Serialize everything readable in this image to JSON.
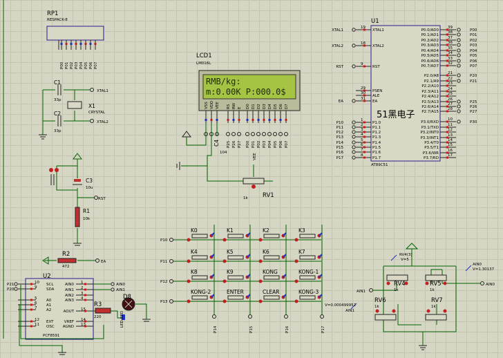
{
  "rp1": {
    "ref": "RP1",
    "part": "RESPACK-8",
    "pins": [
      "P00",
      "P01",
      "P02",
      "P03",
      "P04",
      "P05",
      "P06",
      "P07"
    ]
  },
  "caps": {
    "c1": "C1",
    "c1v": "33p",
    "c2": "C2",
    "c2v": "33p",
    "x1": "X1",
    "x1v": "CRYSTAL",
    "c3": "C3",
    "c3v": "10u",
    "c4": "C4",
    "c4v": "104"
  },
  "nets": {
    "xtal1": "XTAL1",
    "xtal2": "XTAL2",
    "rst": "RST",
    "ea": "EA",
    "ain0": "AIN0",
    "ain1": "AIN1",
    "ain0_b": "AIN0",
    "ain1_b": "AIN1",
    "ain0_pot": "AIN0",
    "ain1_pot": "AIN1"
  },
  "lcd": {
    "ref": "LCD1",
    "part": "LM016L",
    "line1": "RMB/kg:",
    "line2": "m:0.00K  P:000.0$",
    "pins": [
      "VSS",
      "VDD",
      "VEE",
      "RS",
      "RW",
      "E",
      "D0",
      "D1",
      "D2",
      "D3",
      "D4",
      "D5",
      "D6",
      "D7"
    ],
    "ctrl": [
      "P25",
      "P26",
      "P27"
    ],
    "data": [
      "P00",
      "P01",
      "P02",
      "P03",
      "P04",
      "P05",
      "P06",
      "P07"
    ]
  },
  "rv1": {
    "ref": "RV1",
    "val": "1k",
    "vee": "VEE"
  },
  "r1": {
    "ref": "R1",
    "val": "10k"
  },
  "r2": {
    "ref": "R2",
    "val": "472"
  },
  "r3": {
    "ref": "R3",
    "val": "220"
  },
  "d8": {
    "ref": "D8",
    "label": "LED-RED"
  },
  "u1": {
    "ref": "U1",
    "part": "AT89C51",
    "watermark": "51黑电子",
    "left": [
      {
        "n": "19",
        "l": "XTAL1",
        "net": "XTAL1"
      },
      {
        "n": "18",
        "l": "XTAL2",
        "net": "XTAL2"
      },
      {
        "n": "9",
        "l": "RST",
        "net": "RST"
      },
      {
        "n": "29",
        "l": "PSEN",
        "net": ""
      },
      {
        "n": "30",
        "l": "ALE",
        "net": ""
      },
      {
        "n": "31",
        "l": "EA",
        "net": "EA"
      },
      {
        "n": "1",
        "l": "P1.0",
        "net": "P10"
      },
      {
        "n": "2",
        "l": "P1.1",
        "net": "P11"
      },
      {
        "n": "3",
        "l": "P1.2",
        "net": "P12"
      },
      {
        "n": "4",
        "l": "P1.3",
        "net": "P13"
      },
      {
        "n": "5",
        "l": "P1.4",
        "net": "P14"
      },
      {
        "n": "6",
        "l": "P1.5",
        "net": "P15"
      },
      {
        "n": "7",
        "l": "P1.6",
        "net": "P16"
      },
      {
        "n": "8",
        "l": "P1.7",
        "net": "P17"
      }
    ],
    "right": [
      {
        "n": "39",
        "l": "P0.0/AD0",
        "net": "P00"
      },
      {
        "n": "38",
        "l": "P0.1/AD1",
        "net": "P01"
      },
      {
        "n": "37",
        "l": "P0.2/AD2",
        "net": "P02"
      },
      {
        "n": "36",
        "l": "P0.3/AD3",
        "net": "P03"
      },
      {
        "n": "35",
        "l": "P0.4/AD4",
        "net": "P04"
      },
      {
        "n": "34",
        "l": "P0.5/AD5",
        "net": "P05"
      },
      {
        "n": "33",
        "l": "P0.6/AD6",
        "net": "P06"
      },
      {
        "n": "32",
        "l": "P0.7/AD7",
        "net": "P07"
      },
      {
        "n": "21",
        "l": "P2.0/A8",
        "net": "P20"
      },
      {
        "n": "22",
        "l": "P2.1/A9",
        "net": "P21"
      },
      {
        "n": "23",
        "l": "P2.2/A10",
        "net": ""
      },
      {
        "n": "24",
        "l": "P2.3/A11",
        "net": ""
      },
      {
        "n": "25",
        "l": "P2.4/A12",
        "net": ""
      },
      {
        "n": "26",
        "l": "P2.5/A13",
        "net": "P25"
      },
      {
        "n": "27",
        "l": "P2.6/A14",
        "net": "P26"
      },
      {
        "n": "28",
        "l": "P2.7/A15",
        "net": "P27"
      },
      {
        "n": "10",
        "l": "P3.0/RXD",
        "net": "P30"
      },
      {
        "n": "11",
        "l": "P3.1/TXD",
        "net": ""
      },
      {
        "n": "12",
        "l": "P3.2/INT0",
        "net": ""
      },
      {
        "n": "13",
        "l": "P3.3/INT1",
        "net": ""
      },
      {
        "n": "14",
        "l": "P3.4/T0",
        "net": ""
      },
      {
        "n": "15",
        "l": "P3.5/T1",
        "net": ""
      },
      {
        "n": "16",
        "l": "P3.6/WR",
        "net": ""
      },
      {
        "n": "17",
        "l": "P3.7/RD",
        "net": ""
      }
    ]
  },
  "u2": {
    "ref": "U2",
    "part": "PCF8591",
    "left": [
      {
        "n": "10",
        "l": "SCL",
        "net": "P21"
      },
      {
        "n": "9",
        "l": "SDA",
        "net": "P20"
      },
      {
        "n": "5",
        "l": "A0",
        "net": ""
      },
      {
        "n": "6",
        "l": "A1",
        "net": ""
      },
      {
        "n": "7",
        "l": "A2",
        "net": ""
      },
      {
        "n": "12",
        "l": "EXT",
        "net": ""
      },
      {
        "n": "11",
        "l": "OSC",
        "net": ""
      }
    ],
    "right": [
      {
        "n": "1",
        "l": "AIN0",
        "net": "AIN0"
      },
      {
        "n": "2",
        "l": "AIN1",
        "net": "AIN1"
      },
      {
        "n": "3",
        "l": "AIN2",
        "net": ""
      },
      {
        "n": "4",
        "l": "AIN3",
        "net": ""
      },
      {
        "n": "15",
        "l": "AOUT",
        "net": ""
      },
      {
        "n": "14",
        "l": "VREF",
        "net": ""
      },
      {
        "n": "13",
        "l": "AGND",
        "net": ""
      }
    ]
  },
  "keys": {
    "rows": [
      "P10",
      "P11",
      "P12",
      "P13"
    ],
    "cols": [
      "P14",
      "P15",
      "P16",
      "P17"
    ],
    "labels": [
      [
        "K0",
        "K1",
        "K2",
        "K3"
      ],
      [
        "K4",
        "K5",
        "K6",
        "K7"
      ],
      [
        "K8",
        "K9",
        "KONG",
        "KONG-1"
      ],
      [
        "KONG-2",
        "ENTER",
        "CLEAR",
        "KONG-3"
      ]
    ]
  },
  "pots": {
    "rv4": "RV4",
    "rv5": "RV5",
    "rv6": "RV6",
    "rv7": "RV7",
    "v1k": "1k",
    "rv4probe": "RV4(3)",
    "rv4v": "V=5",
    "ain0probe": "AIN0",
    "ain0v": "V=1.30137",
    "ain1probe": "AIN1",
    "ain1v": "V=0.000499952"
  }
}
